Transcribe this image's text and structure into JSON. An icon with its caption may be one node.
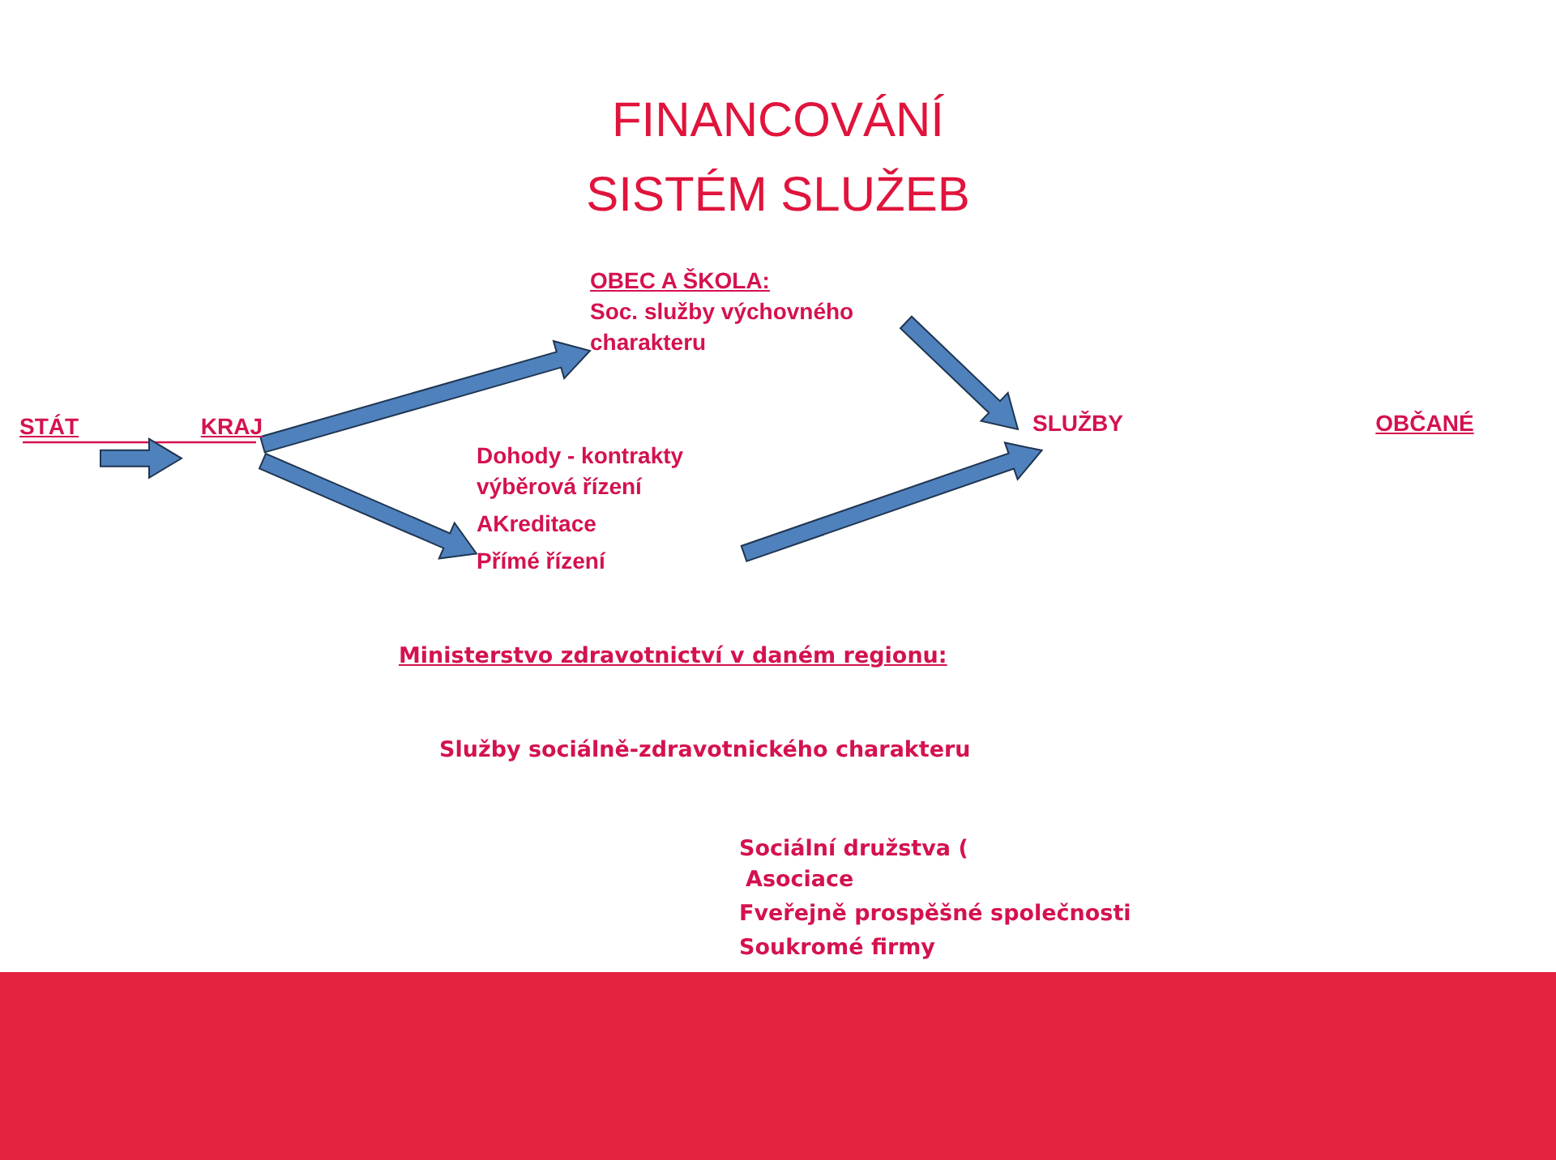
{
  "diagram": {
    "title": "FINANCOVÁNÍ SISTÉM SLUŽEB",
    "nodes": [
      {
        "text": [
          "STÁT"
        ]
      },
      {
        "text": [
          "KRAJ"
        ]
      },
      {
        "text": [
          "OBEC A ŠKOLA:",
          "Soc. služby výchovného charakteru"
        ]
      },
      {
        "text": [
          "Dohody - kontrakty výběrová řízení",
          "AKreditace",
          "Přímé řízení"
        ]
      },
      {
        "text": [
          "SLUŽBY"
        ]
      },
      {
        "text": [
          "OBČANÉ"
        ]
      }
    ],
    "edges": [
      {
        "from": 0,
        "to": 1,
        "arrow": "to"
      },
      {
        "from": 1,
        "to": 2,
        "arrow": "to"
      },
      {
        "from": 1,
        "to": 3,
        "arrow": "to"
      },
      {
        "from": 2,
        "to": 4,
        "arrow": "to"
      },
      {
        "from": 3,
        "to": 4,
        "arrow": "to"
      }
    ],
    "labels": [
      "Ministerstvo zdravotnictví v daném regionu:",
      "Služby sociálně-zdravotnického charakteru",
      "Sociální družstva (",
      "Asociace",
      "Fveřejně prospěšné společnosti",
      "Soukromé firmy"
    ]
  }
}
